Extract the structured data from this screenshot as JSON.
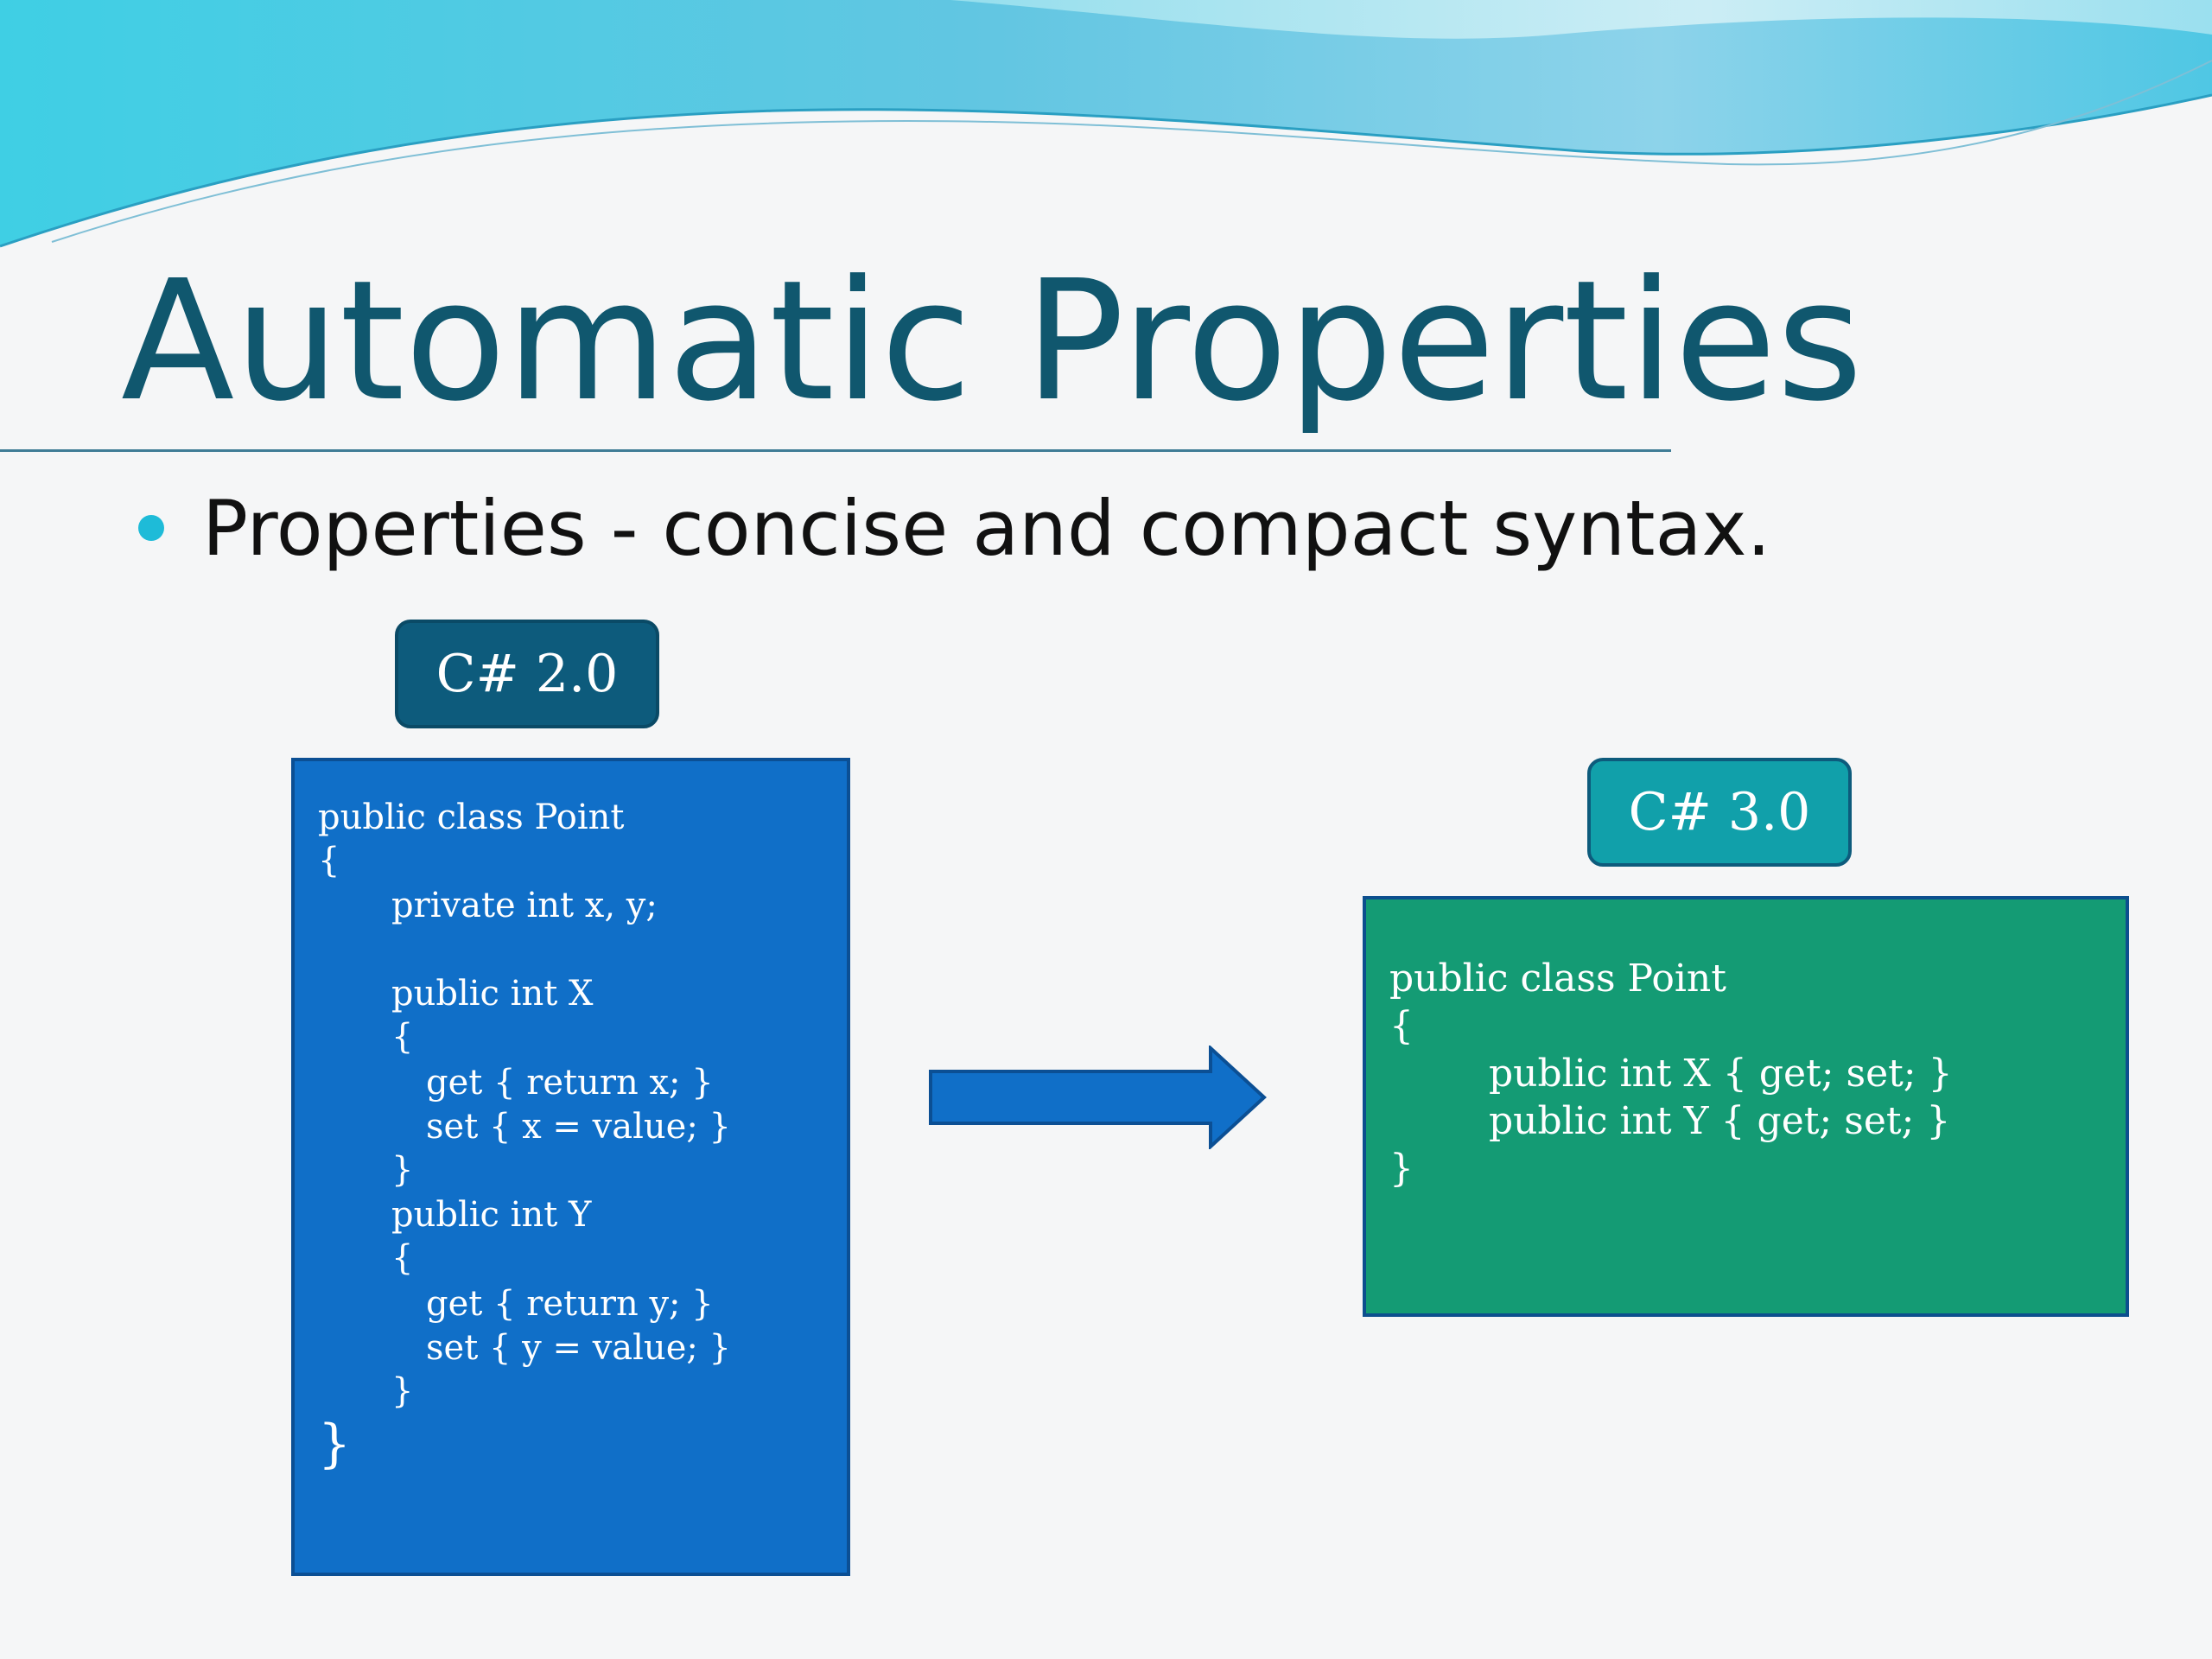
{
  "slide": {
    "title": "Automatic Properties",
    "bullet": "Properties - concise and compact syntax.",
    "colors": {
      "title": "#10576e",
      "bullet_dot": "#1ebbd8",
      "old_box": "#106fc8",
      "new_box": "#149b74",
      "old_label": "#0d5b7c",
      "new_label": "#11a0aa",
      "arrow": "#106fc8"
    }
  },
  "labels": {
    "old_version": "C# 2.0",
    "new_version": "C# 3.0"
  },
  "code_old": {
    "lines": [
      "public class Point",
      "{",
      "private int x, y;",
      "public int X",
      "{",
      "get { return x; }",
      "set { x = value; }",
      "}",
      "public int Y",
      "{",
      "get { return y; }",
      "set { y = value; }",
      "}",
      "}"
    ]
  },
  "code_new": {
    "lines": [
      "public class Point",
      "{",
      "public int X { get; set; }",
      "public int Y { get; set; }",
      "}"
    ]
  },
  "icons": {
    "arrow": "right-arrow-icon",
    "bullet": "bullet-dot-icon"
  }
}
